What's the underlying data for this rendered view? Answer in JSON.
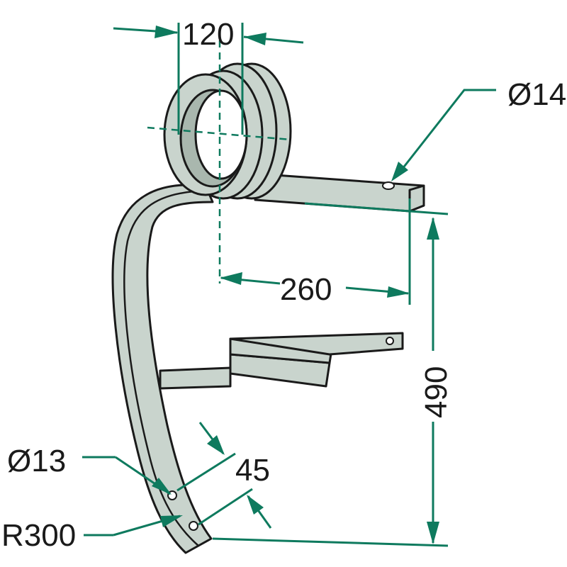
{
  "drawing": {
    "dimensions": {
      "coil_width": "120",
      "mount_hole": "Ø14",
      "arm_length": "260",
      "height": "490",
      "tine_hole": "Ø13",
      "hole_spacing": "45",
      "radius": "R300"
    },
    "colors": {
      "dimension": "#0e7a5e",
      "part": "#c9d4cd",
      "outline": "#1a1a1a"
    }
  }
}
